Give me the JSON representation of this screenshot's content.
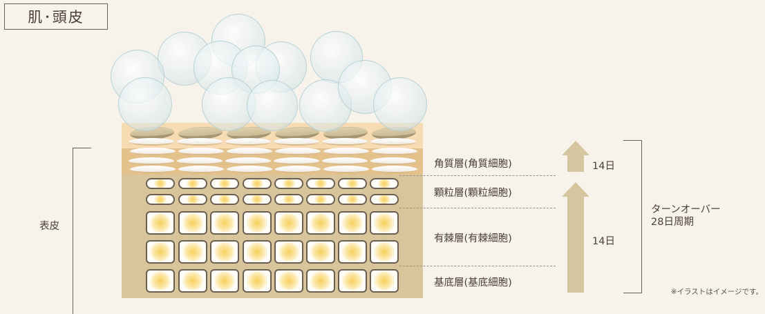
{
  "title": "肌･頭皮",
  "labels": {
    "epidermis": "表皮",
    "stratum_corneum": "角質層(角質細胞)",
    "stratum_granulosum": "顆粒層(顆粒細胞)",
    "stratum_spinosum": "有棘層(有棘細胞)",
    "stratum_basale": "基底層(基底細胞)",
    "days_upper": "14日",
    "days_lower": "14日",
    "turnover_line1": "ターンオーバー",
    "turnover_line2": "28日周期"
  },
  "note": "※イラストはイメージです。",
  "colors": {
    "background": "#f8f3ea",
    "horny_layer_top": "#f7dbb2",
    "horny_layer_mid": "#e4c18a",
    "base_layer": "#d8c59b",
    "arrow": "#d6c69f",
    "cell_border": "#6a5e50",
    "nucleus": "#f7d05e",
    "bubble": "#d2e4e8"
  }
}
